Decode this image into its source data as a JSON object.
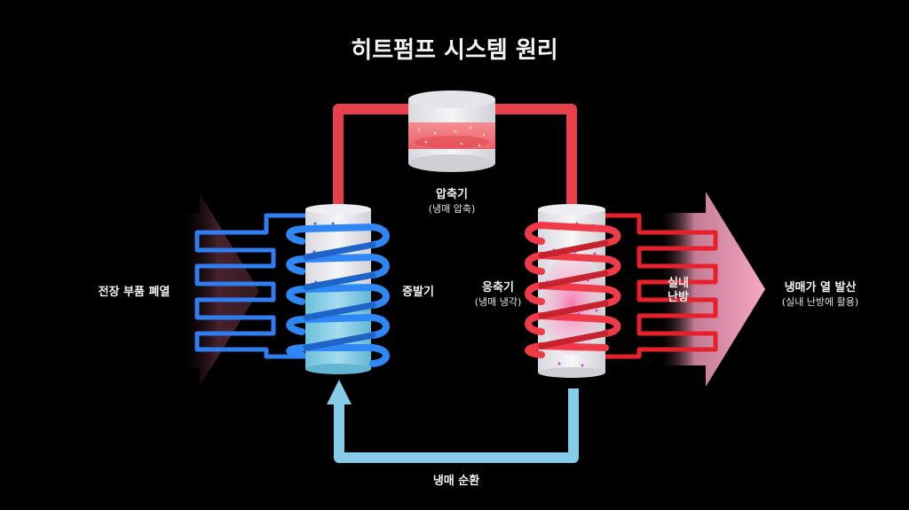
{
  "title": "히트펌프 시스템 원리",
  "components": {
    "compressor": {
      "label": "압축기",
      "sub": "(냉매 압축)"
    },
    "evaporator": {
      "label": "증발기"
    },
    "condenser": {
      "label": "응축기",
      "sub": "(냉매 냉각)"
    }
  },
  "inputs": {
    "left": {
      "label": "전장 부품 폐열"
    }
  },
  "outputs": {
    "coil_label": {
      "line1": "실내",
      "line2": "난방"
    },
    "right": {
      "label": "냉매가 열 발산",
      "sub": "(실내 난방에 활용)"
    }
  },
  "cycle": {
    "label": "냉매 순환"
  },
  "colors": {
    "hot_pipe": "#e8404a",
    "cold_pipe": "#2f7df0",
    "return_pipe": "#86cbe8",
    "background": "#000000"
  }
}
